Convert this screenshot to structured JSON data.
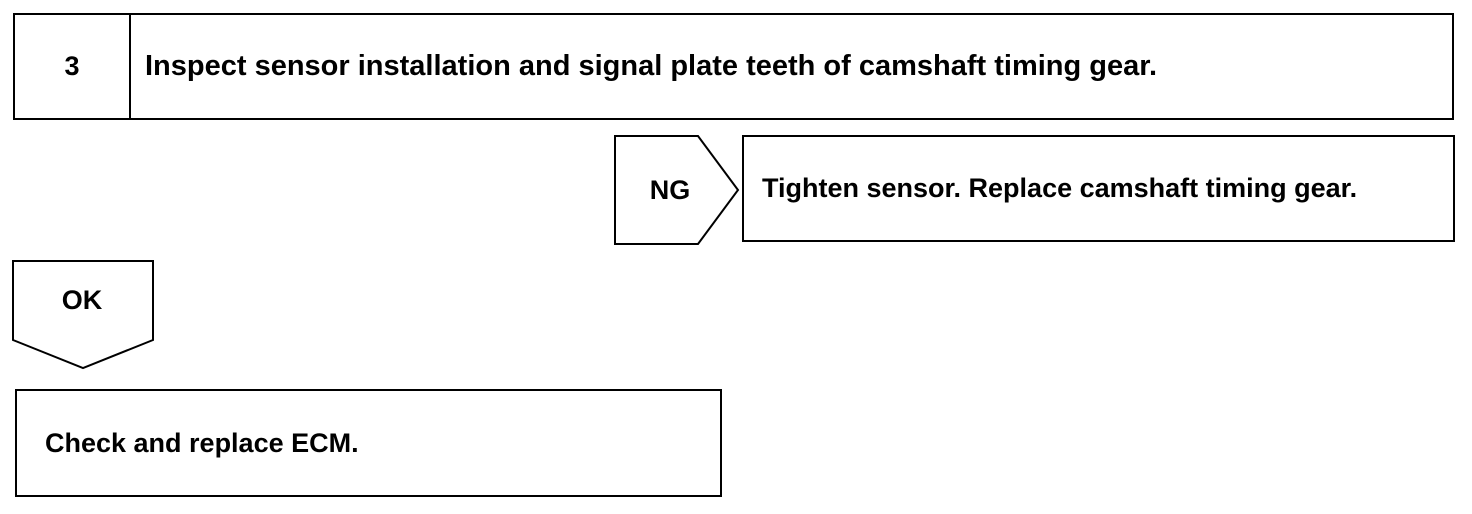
{
  "step": {
    "number": "3",
    "text": "Inspect sensor installation and signal plate teeth of camshaft timing gear."
  },
  "ng": {
    "label": "NG",
    "action": "Tighten sensor. Replace camshaft timing gear."
  },
  "ok": {
    "label": "OK",
    "action": "Check and replace ECM."
  }
}
